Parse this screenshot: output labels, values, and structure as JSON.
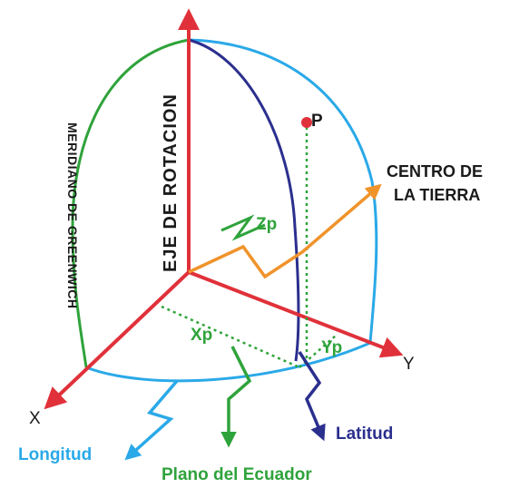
{
  "labels": {
    "eje_rotacion": "EJE DE ROTACION",
    "meridiano": "MERIDIANO DE GREENWICH",
    "punto_p": "P",
    "centro_tierra_l1": "CENTRO DE",
    "centro_tierra_l2": "LA TIERRA",
    "zp": "Zp",
    "xp": "Xp",
    "yp": "Yp",
    "axis_x": "X",
    "axis_y": "Y",
    "longitud": "Longitud",
    "latitud": "Latitud",
    "plano_ecuador": "Plano del Ecuador"
  },
  "colors": {
    "axis_red": "#e0313a",
    "sphere_cyan": "#2aa9e8",
    "meridian_green": "#2fa33b",
    "latitude_navy": "#2b2f8e",
    "center_orange": "#f0932b",
    "longitude_label": "#2aa9e8",
    "latitude_label": "#2b2f8e",
    "plane_label": "#2fa33b"
  }
}
